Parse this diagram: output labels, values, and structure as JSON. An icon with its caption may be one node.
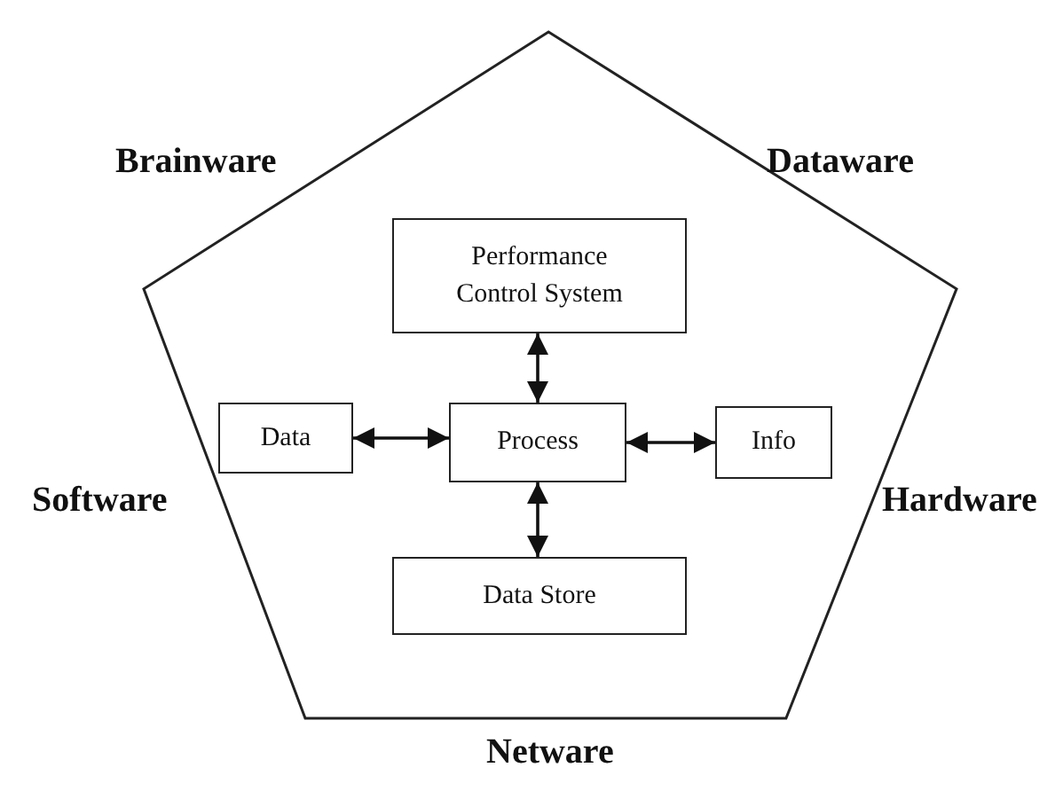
{
  "diagram": {
    "nodes": [
      {
        "text": [],
        "shape": "pentagon"
      },
      {
        "text": [
          "Performance Control System"
        ],
        "in": 0
      },
      {
        "text": [
          "Data"
        ],
        "in": 0
      },
      {
        "text": [
          "Process"
        ],
        "in": 0
      },
      {
        "text": [
          "Info"
        ],
        "in": 0
      },
      {
        "text": [
          "Data Store"
        ],
        "in": 0
      }
    ],
    "edges": [
      {
        "from": 1,
        "to": 3,
        "arrow": "both"
      },
      {
        "from": 2,
        "to": 3,
        "arrow": "both"
      },
      {
        "from": 3,
        "to": 4,
        "arrow": "both"
      },
      {
        "from": 3,
        "to": 5,
        "arrow": "both"
      }
    ],
    "labels": [
      "Brainware",
      "Dataware",
      "Software",
      "Hardware",
      "Netware"
    ]
  }
}
